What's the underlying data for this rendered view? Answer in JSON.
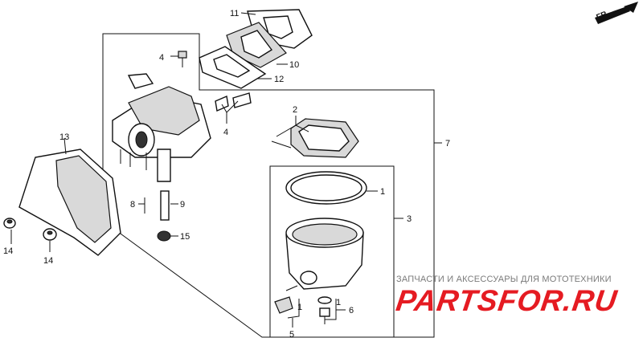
{
  "direction": {
    "label": "FR."
  },
  "callouts": {
    "c1a": "1",
    "c1b": "1",
    "c1c": "1",
    "c2": "2",
    "c3": "3",
    "c4a": "4",
    "c4b": "4",
    "c5": "5",
    "c6": "6",
    "c7": "7",
    "c8": "8",
    "c9": "9",
    "c10": "10",
    "c11": "11",
    "c12": "12",
    "c13": "13",
    "c14a": "14",
    "c14b": "14",
    "c15": "15"
  },
  "watermark": {
    "tagline": "ЗАПЧАСТИ И АКСЕССУАРЫ ДЛЯ МОТОТЕХНИКИ",
    "logo": "PARTSFOR.RU",
    "color": "#e51b22"
  }
}
